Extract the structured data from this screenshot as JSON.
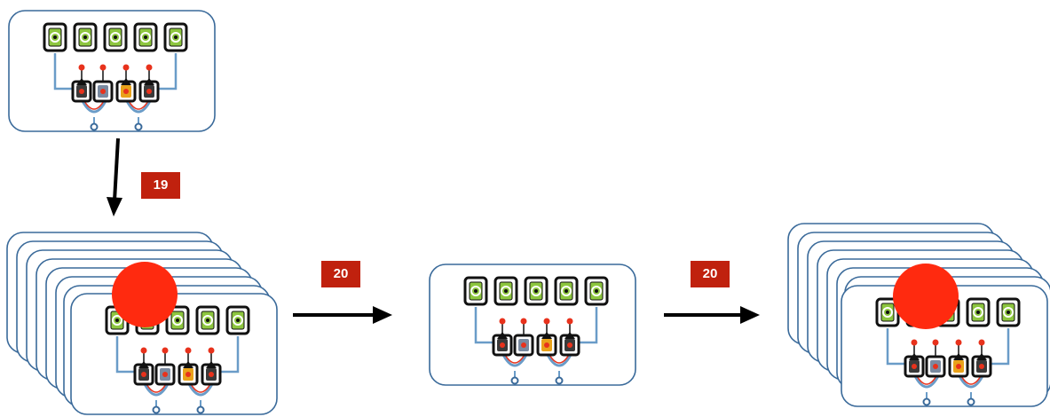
{
  "colors": {
    "frame_stroke": "#3a6a9a",
    "cell_green": "#8dc63f",
    "node_red": "#e8321c",
    "node_orange": "#e9a21a",
    "link_blue": "#6a9cc8",
    "big_circle": "#ff2a0f",
    "badge_bg": "#c0210e",
    "arrow": "#000000"
  },
  "steps": {
    "step_19": "19",
    "step_20a": "20",
    "step_20b": "20"
  },
  "modules": [
    {
      "name": "single-module-top",
      "type": "single"
    },
    {
      "name": "stacked-modules-left",
      "type": "stack",
      "copies": 8,
      "blocked": true
    },
    {
      "name": "single-module-middle",
      "type": "single"
    },
    {
      "name": "stacked-modules-right",
      "type": "stack",
      "copies": 8,
      "blocked": true
    }
  ],
  "icons": {
    "arrow": "arrow-icon",
    "cell": "green-cell-icon",
    "node": "node-icon",
    "big_circle": "red-circle-icon"
  }
}
